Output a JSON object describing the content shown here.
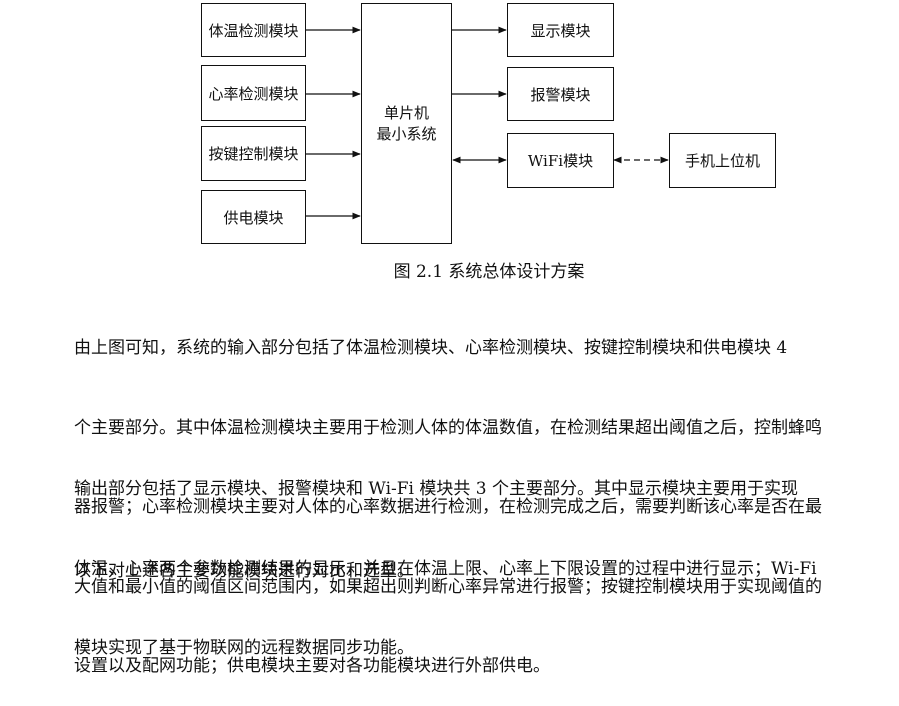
{
  "diagram": {
    "inputs": [
      "体温检测模块",
      "心率检测模块",
      "按键控制模块",
      "供电模块"
    ],
    "mcu": [
      "单片机",
      "最小系统"
    ],
    "outputs": [
      "显示模块",
      "报警模块",
      "WiFi模块"
    ],
    "host": "手机上位机"
  },
  "caption": "图 2.1  系统总体设计方案",
  "paragraphs": [
    {
      "lines": [
        "        由上图可知，系统的输入部分包括了体温检测模块、心率检测模块、按键控制模块和供电模块 4",
        "个主要部分。其中体温检测模块主要用于检测人体的体温数值，在检测结果超出阈值之后，控制蜂鸣",
        "器报警；心率检测模块主要对人体的心率数据进行检测，在检测完成之后，需要判断该心率是否在最",
        "大值和最小值的阈值区间范围内，如果超出则判断心率异常进行报警；按键控制模块用于实现阈值的",
        "设置以及配网功能；供电模块主要对各功能模块进行外部供电。"
      ]
    },
    {
      "lines": [
        "        输出部分包括了显示模块、报警模块和 Wi-Fi 模块共 3 个主要部分。其中显示模块主要用于实现",
        "体温、心率两个参数检测结果的显示，并且在体温上限、心率上下限设置的过程中进行显示；Wi-Fi",
        "模块实现了基于物联网的远程数据同步功能。"
      ]
    },
    {
      "lines": [
        "        以下对上述各主要功能模块进行对比和选型。"
      ]
    }
  ]
}
